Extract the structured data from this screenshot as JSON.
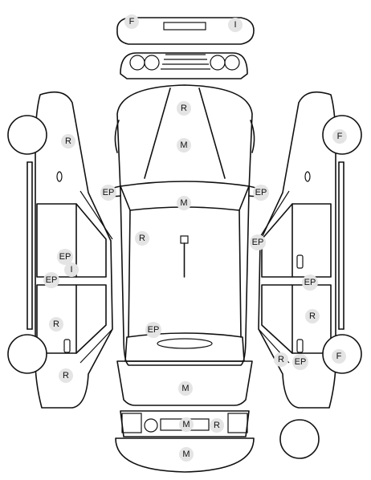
{
  "colors": {
    "outline": "#111111",
    "badge_fill": "#e4e4e4",
    "background": "#ffffff"
  },
  "badges": [
    {
      "id": "front-bumper-left",
      "label": "F"
    },
    {
      "id": "front-bumper-right",
      "label": "I"
    },
    {
      "id": "hood-top",
      "label": "R"
    },
    {
      "id": "hood-center",
      "label": "M"
    },
    {
      "id": "left-mirror",
      "label": "EP"
    },
    {
      "id": "right-mirror",
      "label": "EP"
    },
    {
      "id": "roof",
      "label": "M"
    },
    {
      "id": "roof-left",
      "label": "R"
    },
    {
      "id": "left-front-fender",
      "label": "R"
    },
    {
      "id": "left-front-door-ep",
      "label": "EP"
    },
    {
      "id": "left-front-door-i",
      "label": "I"
    },
    {
      "id": "left-door-sill",
      "label": "EP"
    },
    {
      "id": "left-rear-door",
      "label": "R"
    },
    {
      "id": "left-rear-wheel",
      "label": "R"
    },
    {
      "id": "rear-window",
      "label": "EP"
    },
    {
      "id": "trunk",
      "label": "M"
    },
    {
      "id": "rear-plate",
      "label": "M"
    },
    {
      "id": "rear-light",
      "label": "R"
    },
    {
      "id": "rear-bumper",
      "label": "M"
    },
    {
      "id": "right-front-wheel",
      "label": "F"
    },
    {
      "id": "right-pillar",
      "label": "EP"
    },
    {
      "id": "right-door-sill",
      "label": "EP"
    },
    {
      "id": "right-rear-door",
      "label": "R"
    },
    {
      "id": "right-rear-quarter",
      "label": "R"
    },
    {
      "id": "right-rear-ep",
      "label": "EP"
    },
    {
      "id": "right-rear-wheel",
      "label": "F"
    }
  ]
}
